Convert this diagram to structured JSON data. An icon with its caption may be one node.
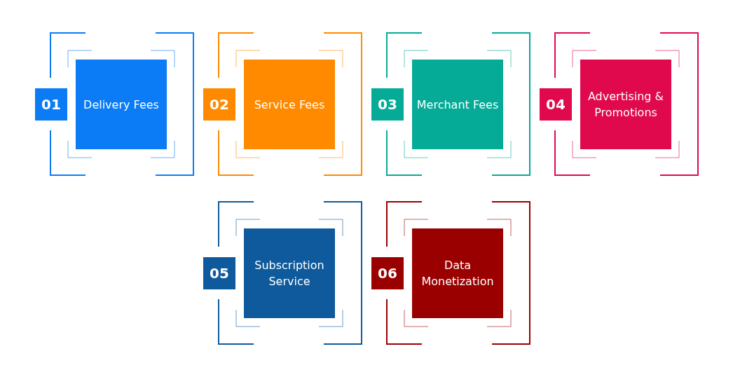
{
  "diagram": {
    "nodes": [
      {
        "text": [
          "01"
        ]
      },
      {
        "text": [
          "Delivery Fees"
        ]
      },
      {
        "text": [
          "02"
        ]
      },
      {
        "text": [
          "Service Fees"
        ]
      },
      {
        "text": [
          "03"
        ]
      },
      {
        "text": [
          "Merchant Fees"
        ]
      },
      {
        "text": [
          "04"
        ]
      },
      {
        "text": [
          "Advertising & Promotions"
        ]
      },
      {
        "text": [
          "05"
        ]
      },
      {
        "text": [
          "Subscription Service"
        ]
      },
      {
        "text": [
          "06"
        ]
      },
      {
        "text": [
          "Data Monetization"
        ]
      }
    ]
  }
}
